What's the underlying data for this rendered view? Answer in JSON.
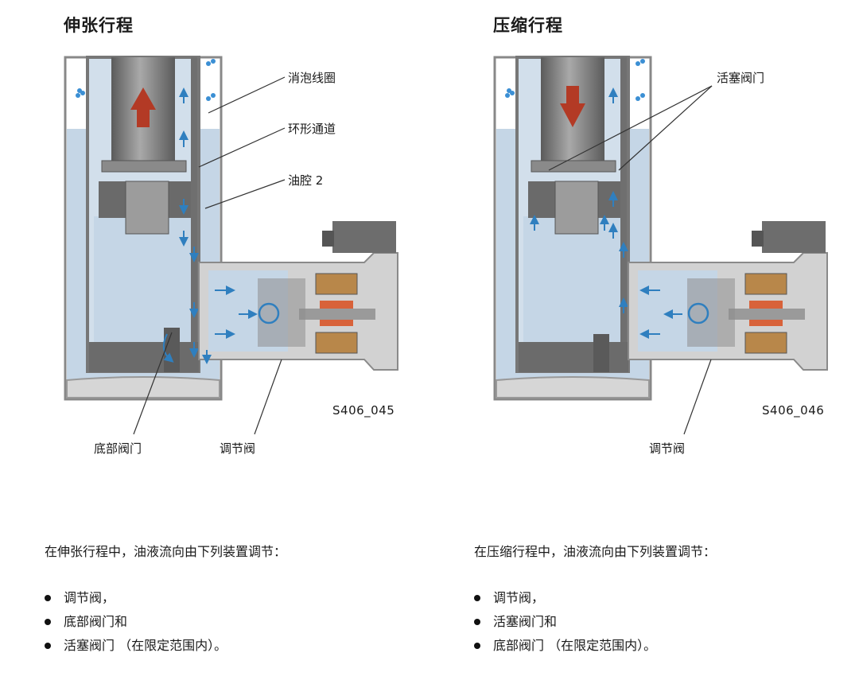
{
  "left": {
    "title": "伸张行程",
    "callouts": {
      "anti_foam_coil": "消泡线圈",
      "annular_channel": "环形通道",
      "oil_chamber_2": "油腔 2",
      "bottom_valve": "底部阀门",
      "control_valve": "调节阀"
    },
    "figure_code": "S406_045",
    "intro": "在伸张行程中，油液流向由下列装置调节：",
    "bullets": [
      "调节阀，",
      "底部阀门和",
      "活塞阀门 （在限定范围内）。"
    ]
  },
  "right": {
    "title": "压缩行程",
    "callouts": {
      "piston_valve": "活塞阀门",
      "control_valve": "调节阀"
    },
    "figure_code": "S406_046",
    "intro": "在压缩行程中，油液流向由下列装置调节：",
    "bullets": [
      "调节阀，",
      "活塞阀门和",
      "底部阀门 （在限定范围内）。"
    ]
  },
  "colors": {
    "oil": "#c5d6e6",
    "steel": "#7d7d7d",
    "dark_steel": "#555555",
    "stroke_arrow": "#b33a25",
    "flow_arrow": "#2f7fbf",
    "coil_copper": "#b8874a",
    "magnet": "#d8623a"
  },
  "icons": [
    "stroke-up-arrow-icon",
    "stroke-down-arrow-icon",
    "flow-arrow-icon",
    "oil-bubble-icon"
  ]
}
